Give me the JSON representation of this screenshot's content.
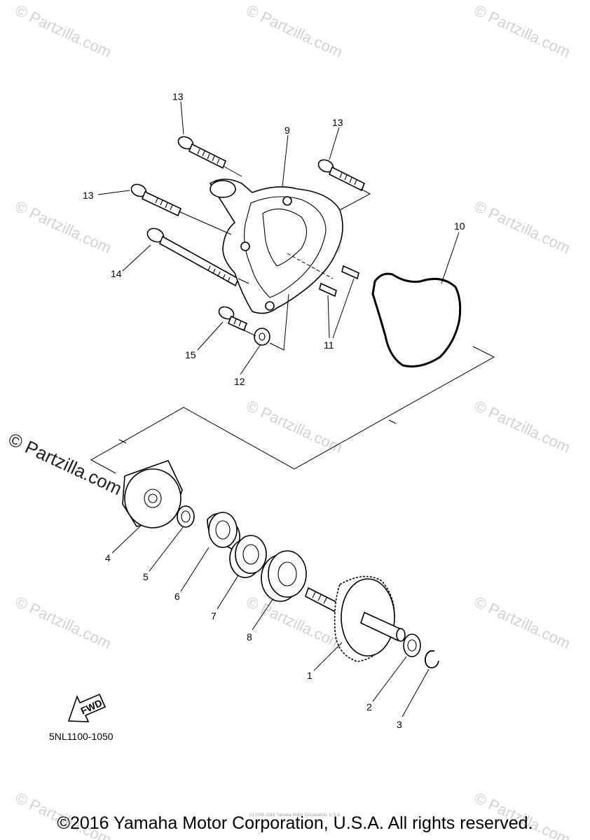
{
  "diagram": {
    "watermark": "© Partzilla.com",
    "diagram_code": "5NL1100-1050",
    "fwd_label": "FWD",
    "copyright": "©2016 Yamaha Motor Corporation, U.S.A. All rights reserved.",
    "small_notice": "(c) 2005-2016 Yamaha Motor Corporation, U.S.A.",
    "callouts": [
      {
        "id": "13a",
        "text": "13"
      },
      {
        "id": "9",
        "text": "9"
      },
      {
        "id": "13b",
        "text": "13"
      },
      {
        "id": "13c",
        "text": "13"
      },
      {
        "id": "10",
        "text": "10"
      },
      {
        "id": "14",
        "text": "14"
      },
      {
        "id": "11",
        "text": "11"
      },
      {
        "id": "15",
        "text": "15"
      },
      {
        "id": "12",
        "text": "12"
      },
      {
        "id": "4",
        "text": "4"
      },
      {
        "id": "5",
        "text": "5"
      },
      {
        "id": "6",
        "text": "6"
      },
      {
        "id": "7",
        "text": "7"
      },
      {
        "id": "8",
        "text": "8"
      },
      {
        "id": "1",
        "text": "1"
      },
      {
        "id": "2",
        "text": "2"
      },
      {
        "id": "3",
        "text": "3"
      }
    ]
  }
}
